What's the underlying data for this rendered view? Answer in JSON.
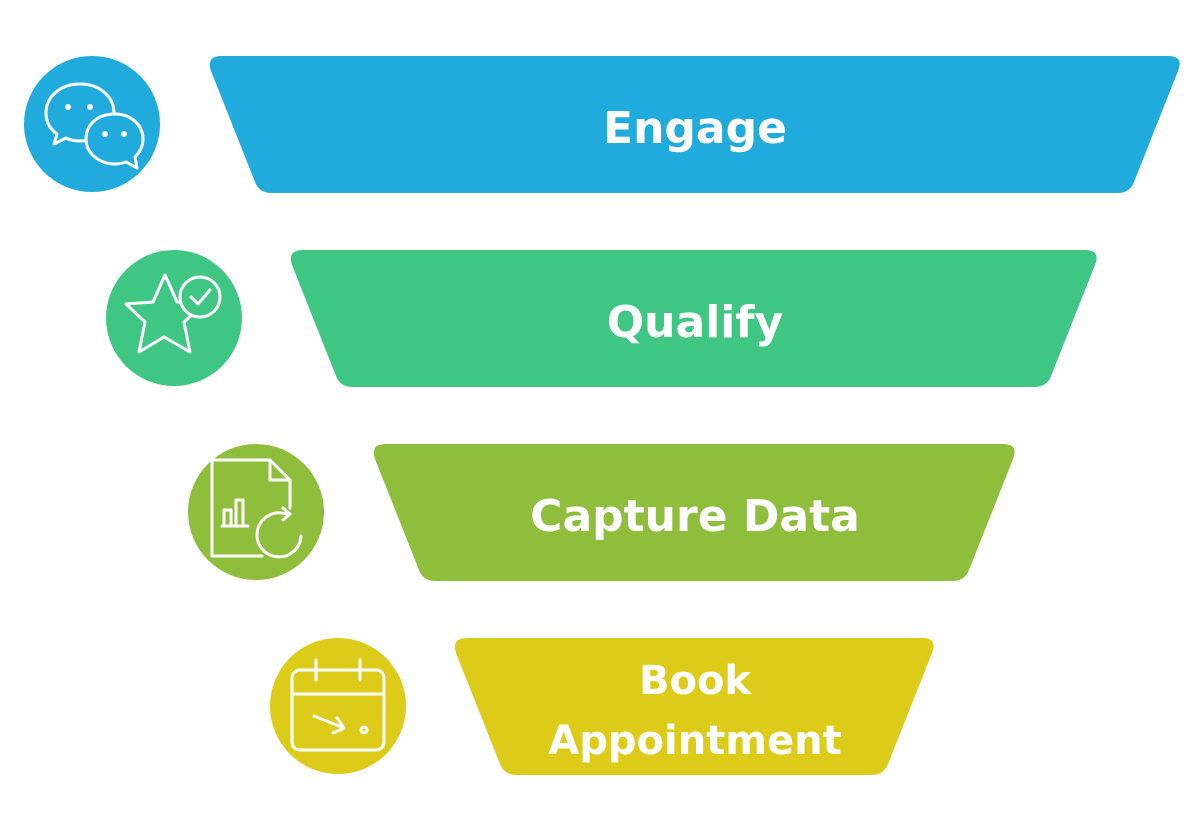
{
  "funnel": {
    "stages": [
      {
        "label": "Engage",
        "icon": "chat-bubbles-icon",
        "color": "#21aadc"
      },
      {
        "label": "Qualify",
        "icon": "star-check-icon",
        "color": "#40c683"
      },
      {
        "label": "Capture Data",
        "icon": "document-chart-refresh-icon",
        "color": "#8fbd3c"
      },
      {
        "label": "Book Appointment",
        "icon": "calendar-icon",
        "color": "#dccb18"
      }
    ]
  }
}
